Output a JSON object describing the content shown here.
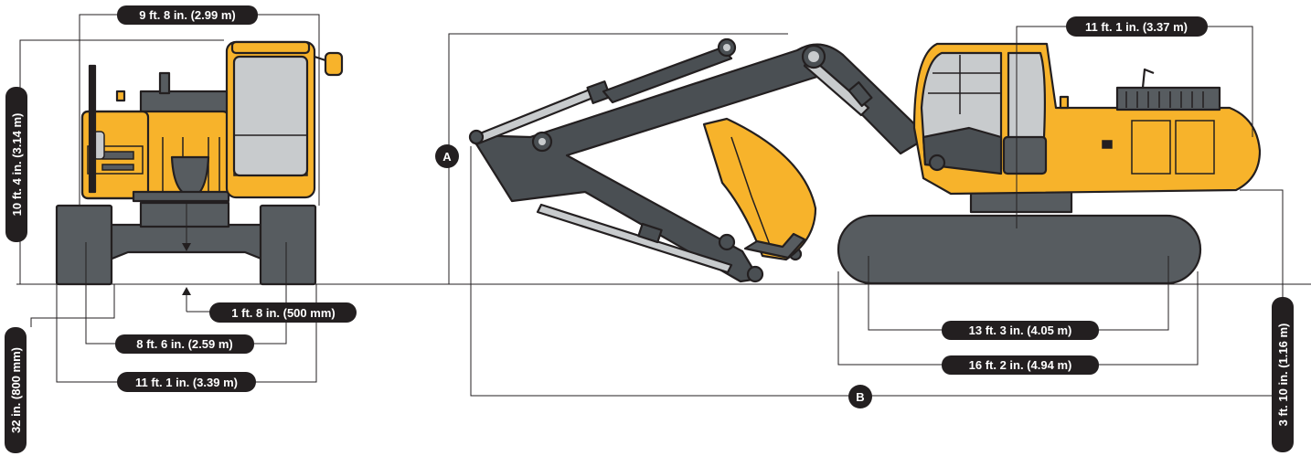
{
  "colors": {
    "machine_yellow": "#f7b32b",
    "boom_gray": "#4a4f53",
    "track_gray": "#575c60",
    "outline": "#231f20",
    "glass": "#c8cbcd",
    "label_bg": "#231f20",
    "label_text": "#ffffff"
  },
  "front_view": {
    "cab_width": "9 ft. 8 in. (2.99 m)",
    "overall_height": "10 ft. 4 in. (3.14 m)",
    "ground_clearance": "1 ft. 8 in. (500 mm)",
    "track_gauge": "8 ft. 6 in. (2.59 m)",
    "track_width": "11 ft. 1 in. (3.39 m)",
    "shoe_width": "32 in. (800 mm)"
  },
  "side_view": {
    "tail_swing_radius": "11 ft. 1 in. (3.37 m)",
    "tumbler_length": "13 ft. 3 in. (4.05 m)",
    "track_length": "16 ft. 2 in. (4.94 m)",
    "counterweight_clearance": "3 ft. 10 in. (1.16 m)",
    "marker_a": "A",
    "marker_b": "B"
  },
  "icons": [
    "excavator-front-view",
    "excavator-side-view"
  ]
}
